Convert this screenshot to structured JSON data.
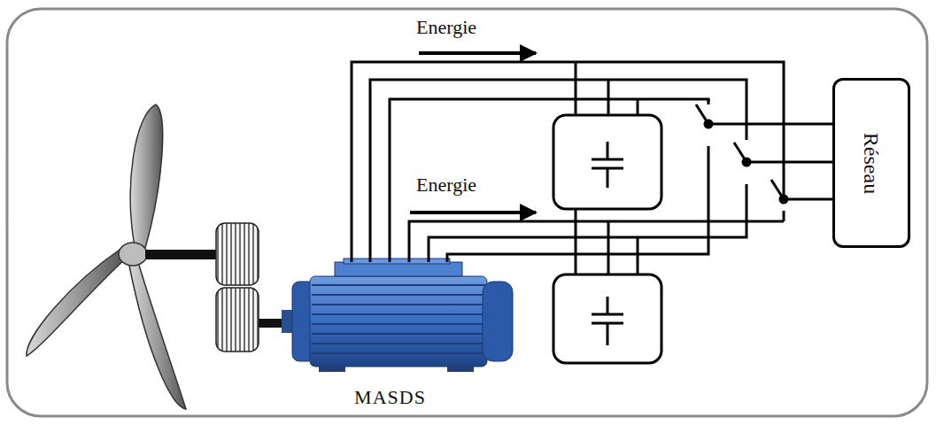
{
  "diagram": {
    "nodes": [
      {
        "text": [
          "MASDS"
        ]
      },
      {
        "text": [
          "Réseau"
        ]
      }
    ],
    "edges": [
      {
        "from": 0,
        "to": 1,
        "arrow": "none"
      }
    ],
    "labels": [
      "Energie",
      "Energie"
    ]
  }
}
